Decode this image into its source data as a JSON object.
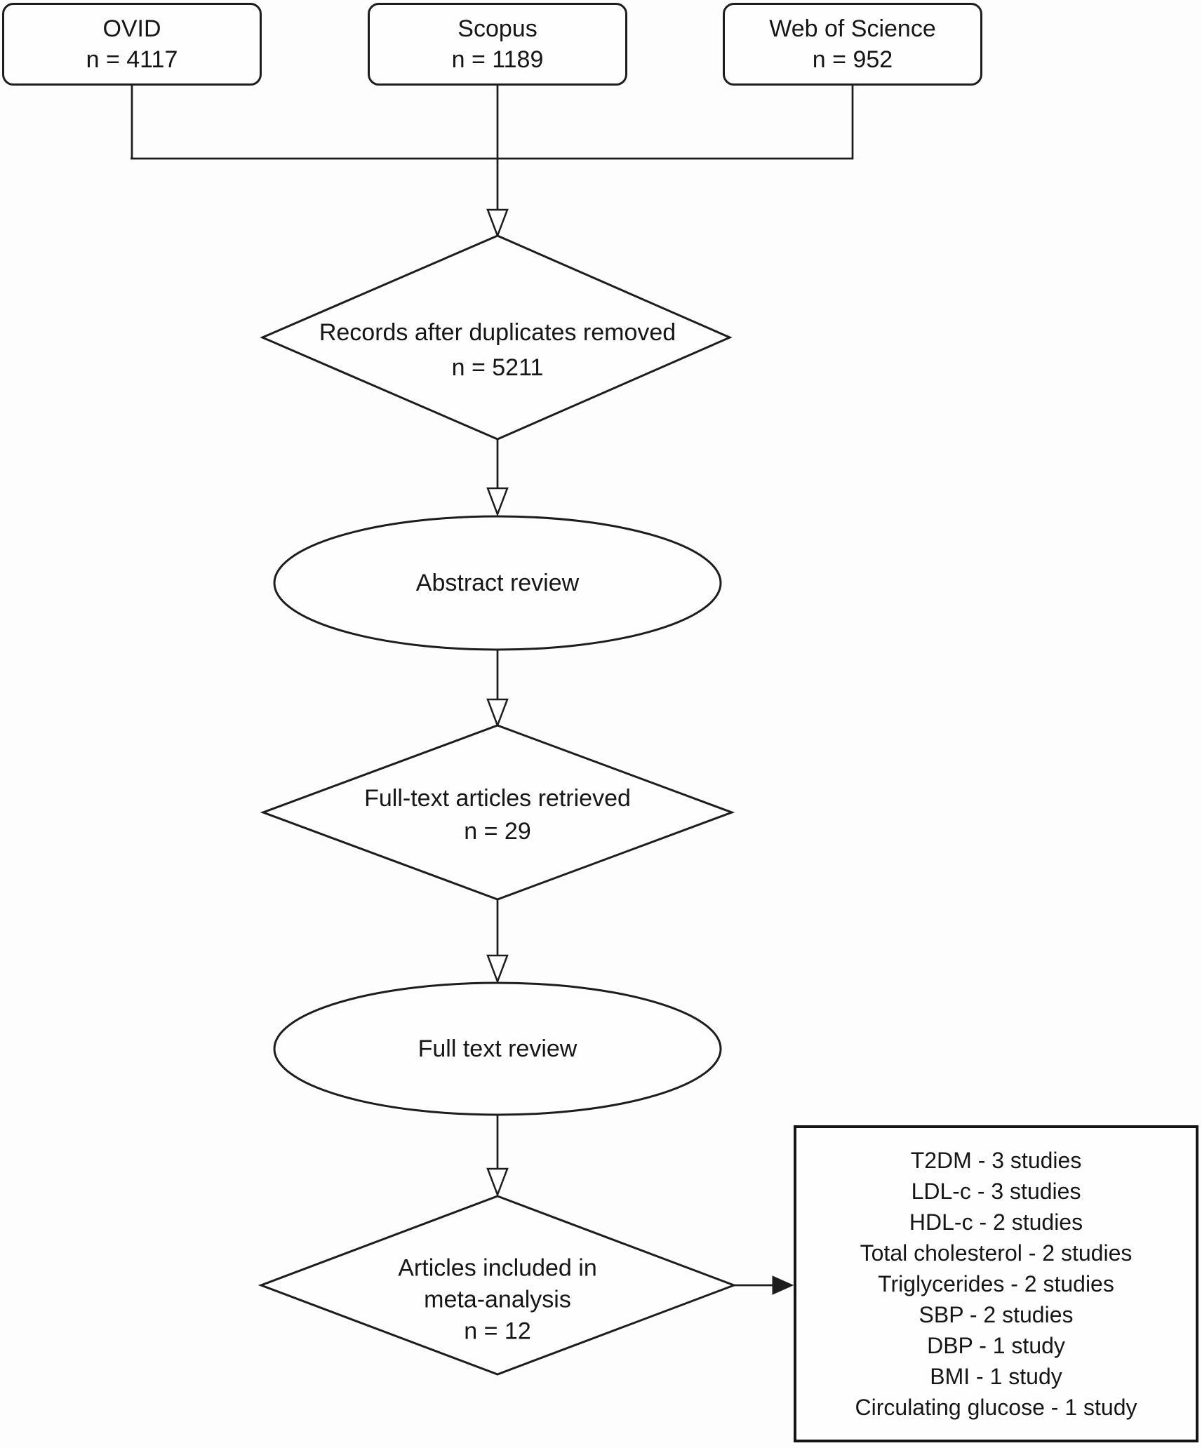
{
  "flowchart": {
    "sources": [
      {
        "name": "OVID",
        "count": "n = 4117"
      },
      {
        "name": "Scopus",
        "count": "n = 1189"
      },
      {
        "name": "Web of Science",
        "count": "n = 952"
      }
    ],
    "dedup_diamond": {
      "line1": "Records after duplicates removed",
      "line2": "n = 5211"
    },
    "abstract_ellipse": {
      "line1": "Abstract review"
    },
    "fulltext_diamond": {
      "line1": "Full-text articles retrieved",
      "line2": "n = 29"
    },
    "fulltext_ellipse": {
      "line1": "Full text review"
    },
    "included_diamond": {
      "line1": "Articles included in",
      "line2": "meta-analysis",
      "line3": "n = 12"
    },
    "outcomes_box": {
      "lines": [
        "T2DM - 3 studies",
        "LDL-c - 3 studies",
        "HDL-c - 2 studies",
        "Total cholesterol - 2 studies",
        "Triglycerides - 2 studies",
        "SBP - 2 studies",
        "DBP - 1 study",
        "BMI - 1 study",
        "Circulating glucose - 1 study"
      ]
    },
    "colors": {
      "line": "#1d1d1d",
      "text": "#161616",
      "background": "#fdfdfd",
      "shape_fill": "#fefefe"
    }
  }
}
